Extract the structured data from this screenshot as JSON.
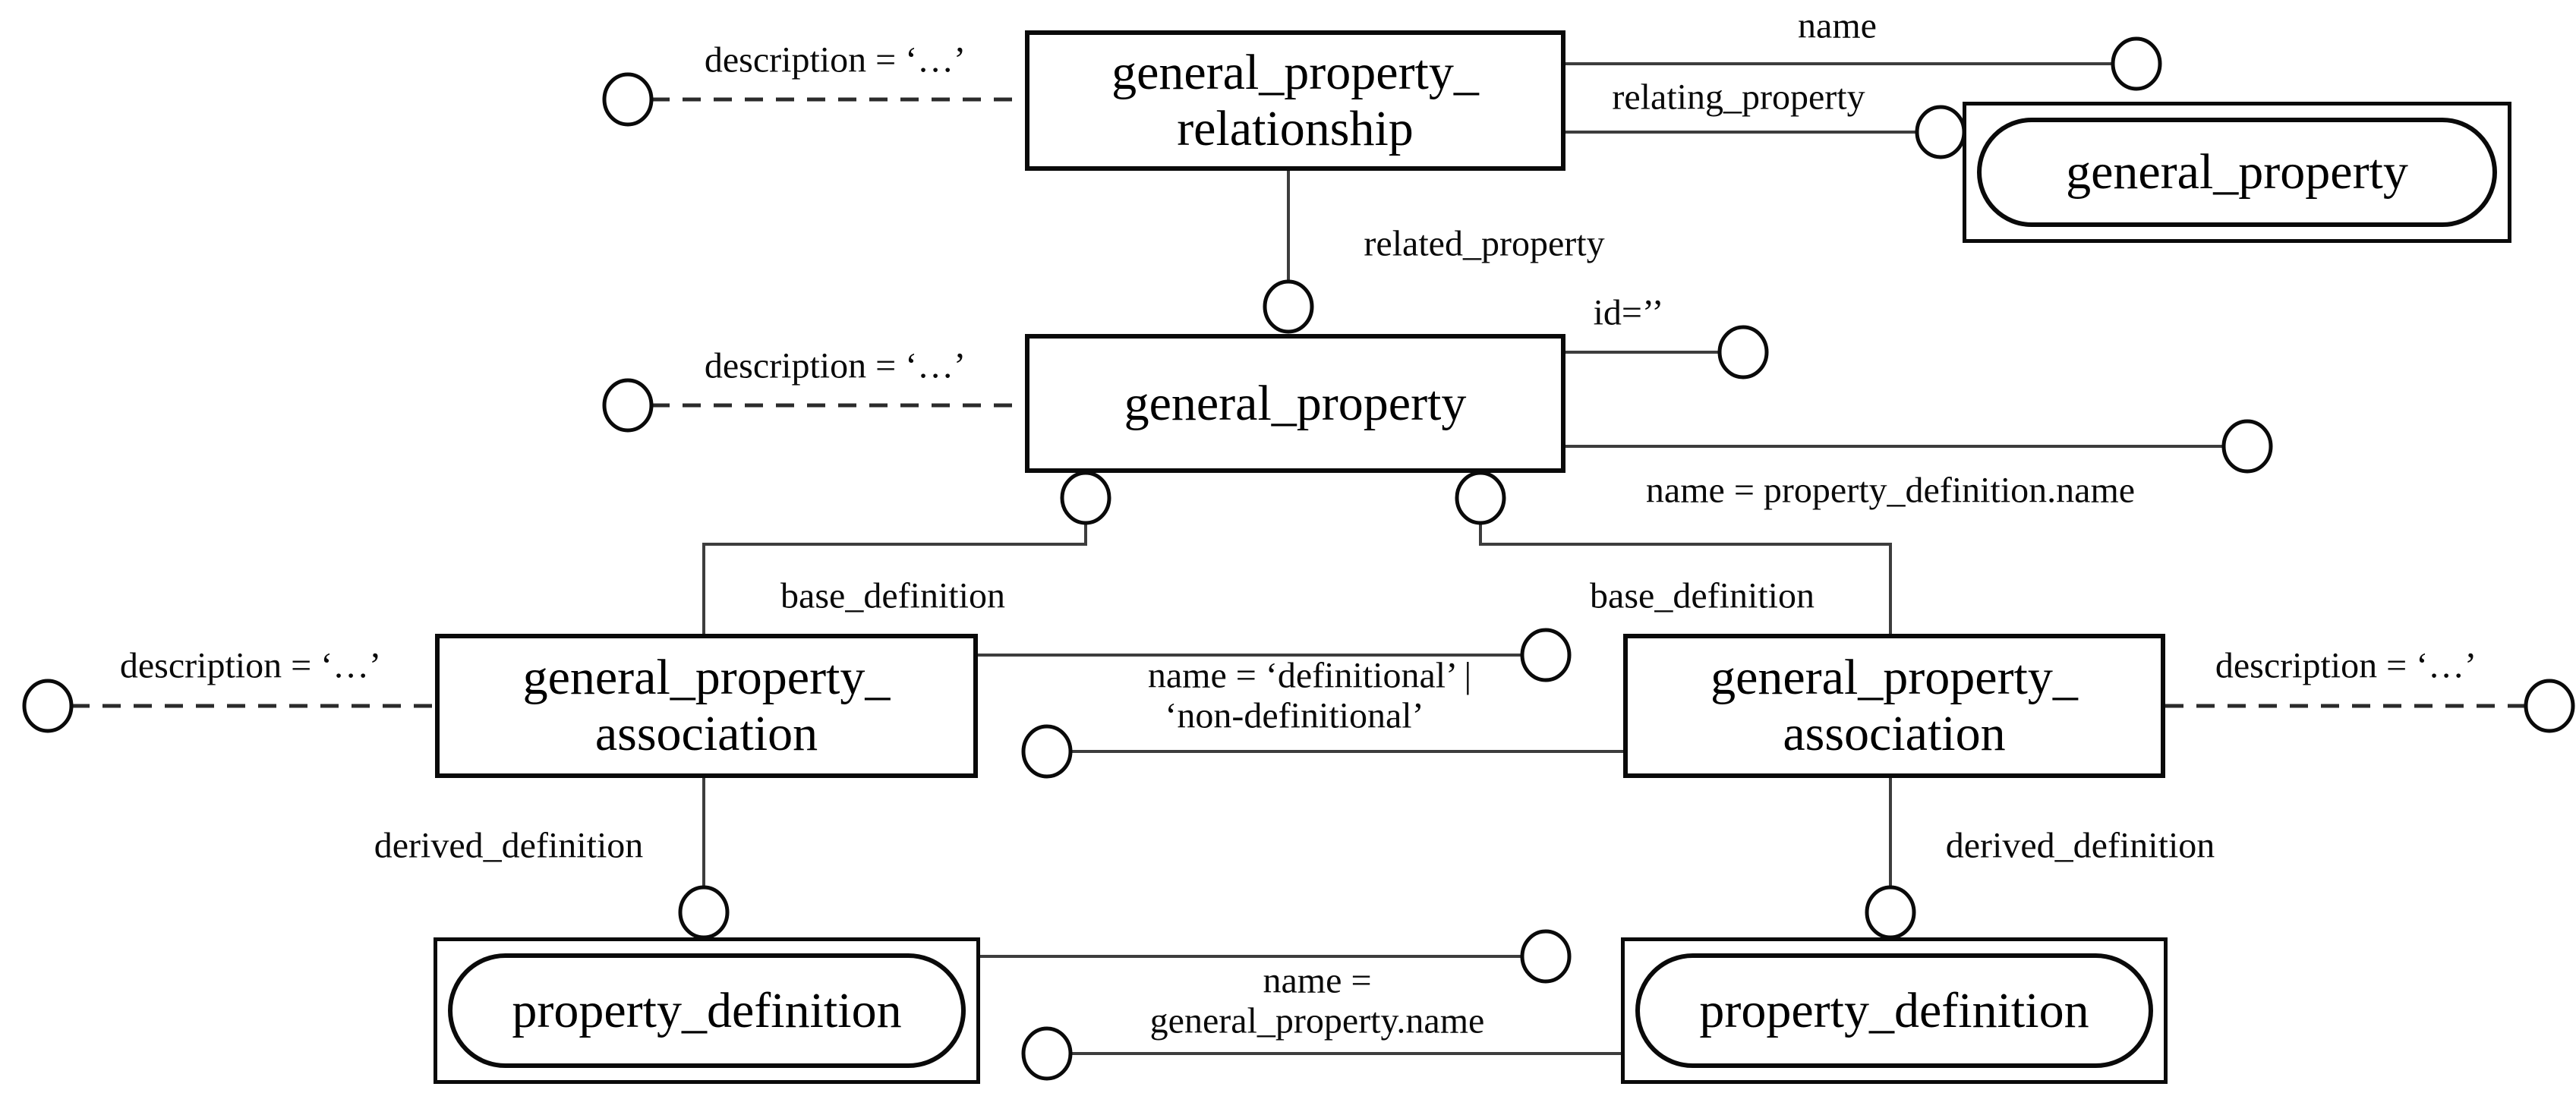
{
  "colors": {
    "ink": "#0a0a0a",
    "wire": "#3d3d3d",
    "background": "#ffffff"
  },
  "entities": {
    "relationship": {
      "line1": "general_property_",
      "line2": "relationship"
    },
    "general_property_ref": {
      "name": "general_property"
    },
    "general_property": {
      "name": "general_property"
    },
    "association_left": {
      "line1": "general_property_",
      "line2": "association"
    },
    "association_right": {
      "line1": "general_property_",
      "line2": "association"
    },
    "property_definition_left": {
      "name": "property_definition"
    },
    "property_definition_right": {
      "name": "property_definition"
    }
  },
  "attributes": {
    "description_relationship": "description = ‘…’",
    "name_relationship": "name",
    "relating_property": "relating_property",
    "related_property": "related_property",
    "description_general_property": "description = ‘…’",
    "id": "id=’’",
    "name_general_property": "name = property_definition.name",
    "base_definition_left": "base_definition",
    "base_definition_right": "base_definition",
    "description_association_left": "description = ‘…’",
    "description_association_right": "description = ‘…’",
    "association_name_line1": "name = ‘definitional’ |",
    "association_name_line2": "‘non-definitional’",
    "derived_definition_left": "derived_definition",
    "derived_definition_right": "derived_definition",
    "definition_name_line1": "name =",
    "definition_name_line2": "general_property.name"
  }
}
